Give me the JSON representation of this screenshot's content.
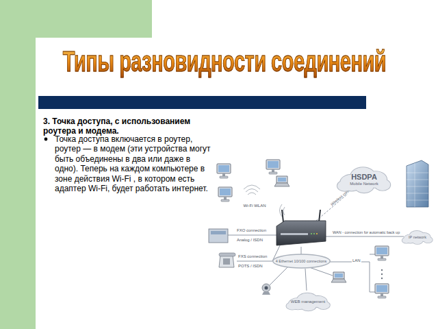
{
  "diagram": {
    "title": "Типы разновидности соединений",
    "nodes": [
      {
        "text": [
          "HSDPA",
          "Mobile Network"
        ]
      },
      {
        "text": [
          "IP network"
        ]
      },
      {
        "text": [
          "4 Ethernet 10/100 connections"
        ]
      },
      {
        "text": [
          "WEB management"
        ]
      }
    ],
    "labels": [
      "3. Точка доступа, с использованием роутера и модема.",
      "Точка доступа включается в роутер, роутер — в модем (эти устройства могут быть объединены в два или даже в одно). Теперь на каждом компьютере в зоне действия Wi-Fi , в котором есть адаптер Wi-Fi, будет работать интернет.",
      "Wi-Fi WLAN",
      "FXO connection",
      "Analog / ISDN",
      "FXS connection",
      "POTS / ISDN",
      "WAN - connection for automatic back up",
      "LAN",
      "Wireless connection"
    ]
  }
}
